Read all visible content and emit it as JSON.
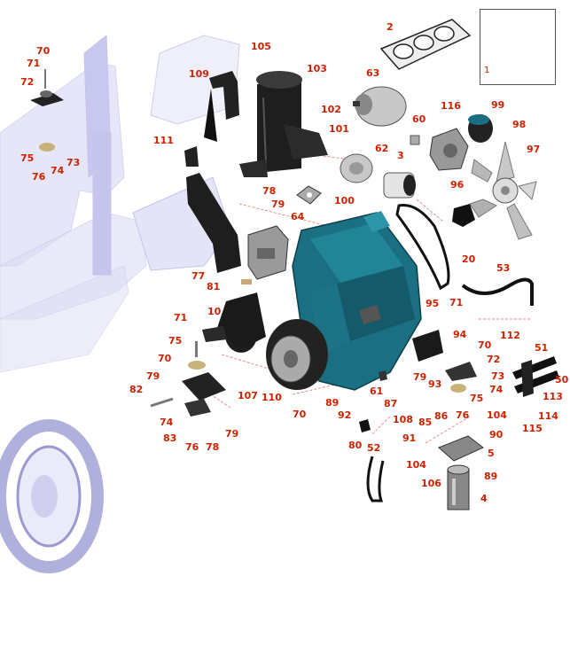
{
  "diagram": {
    "inset_label": "1",
    "callouts": [
      {
        "id": "c-2",
        "text": "2"
      },
      {
        "id": "c-70a",
        "text": "70"
      },
      {
        "id": "c-105",
        "text": "105"
      },
      {
        "id": "c-71a",
        "text": "71"
      },
      {
        "id": "c-109",
        "text": "109"
      },
      {
        "id": "c-103",
        "text": "103"
      },
      {
        "id": "c-63",
        "text": "63"
      },
      {
        "id": "c-72a",
        "text": "72"
      },
      {
        "id": "c-99",
        "text": "99"
      },
      {
        "id": "c-116",
        "text": "116"
      },
      {
        "id": "c-102",
        "text": "102"
      },
      {
        "id": "c-60",
        "text": "60"
      },
      {
        "id": "c-101",
        "text": "101"
      },
      {
        "id": "c-98",
        "text": "98"
      },
      {
        "id": "c-111",
        "text": "111"
      },
      {
        "id": "c-62",
        "text": "62"
      },
      {
        "id": "c-97",
        "text": "97"
      },
      {
        "id": "c-75a",
        "text": "75"
      },
      {
        "id": "c-73a",
        "text": "73"
      },
      {
        "id": "c-3",
        "text": "3"
      },
      {
        "id": "c-74a",
        "text": "74"
      },
      {
        "id": "c-76a",
        "text": "76"
      },
      {
        "id": "c-78a",
        "text": "78"
      },
      {
        "id": "c-96",
        "text": "96"
      },
      {
        "id": "c-100",
        "text": "100"
      },
      {
        "id": "c-79a",
        "text": "79"
      },
      {
        "id": "c-64",
        "text": "64"
      },
      {
        "id": "c-20",
        "text": "20"
      },
      {
        "id": "c-53",
        "text": "53"
      },
      {
        "id": "c-77",
        "text": "77"
      },
      {
        "id": "c-81",
        "text": "81"
      },
      {
        "id": "c-95",
        "text": "95"
      },
      {
        "id": "c-71b",
        "text": "71"
      },
      {
        "id": "c-10",
        "text": "10"
      },
      {
        "id": "c-71c",
        "text": "71"
      },
      {
        "id": "c-94",
        "text": "94"
      },
      {
        "id": "c-112",
        "text": "112"
      },
      {
        "id": "c-75b",
        "text": "75"
      },
      {
        "id": "c-70b",
        "text": "70"
      },
      {
        "id": "c-51",
        "text": "51"
      },
      {
        "id": "c-70c",
        "text": "70"
      },
      {
        "id": "c-72b",
        "text": "72"
      },
      {
        "id": "c-79b",
        "text": "79"
      },
      {
        "id": "c-73b",
        "text": "73"
      },
      {
        "id": "c-50",
        "text": "50"
      },
      {
        "id": "c-79c",
        "text": "79"
      },
      {
        "id": "c-93",
        "text": "93"
      },
      {
        "id": "c-82",
        "text": "82"
      },
      {
        "id": "c-107",
        "text": "107"
      },
      {
        "id": "c-74b",
        "text": "74"
      },
      {
        "id": "c-61",
        "text": "61"
      },
      {
        "id": "c-113",
        "text": "113"
      },
      {
        "id": "c-110",
        "text": "110"
      },
      {
        "id": "c-75c",
        "text": "75"
      },
      {
        "id": "c-89a",
        "text": "89"
      },
      {
        "id": "c-87",
        "text": "87"
      },
      {
        "id": "c-70d",
        "text": "70"
      },
      {
        "id": "c-92",
        "text": "92"
      },
      {
        "id": "c-86",
        "text": "86"
      },
      {
        "id": "c-76b",
        "text": "76"
      },
      {
        "id": "c-104a",
        "text": "104"
      },
      {
        "id": "c-114",
        "text": "114"
      },
      {
        "id": "c-74c",
        "text": "74"
      },
      {
        "id": "c-108",
        "text": "108"
      },
      {
        "id": "c-85",
        "text": "85"
      },
      {
        "id": "c-115",
        "text": "115"
      },
      {
        "id": "c-79d",
        "text": "79"
      },
      {
        "id": "c-83",
        "text": "83"
      },
      {
        "id": "c-90",
        "text": "90"
      },
      {
        "id": "c-76c",
        "text": "76"
      },
      {
        "id": "c-78b",
        "text": "78"
      },
      {
        "id": "c-80",
        "text": "80"
      },
      {
        "id": "c-91",
        "text": "91"
      },
      {
        "id": "c-52",
        "text": "52"
      },
      {
        "id": "c-5",
        "text": "5"
      },
      {
        "id": "c-104b",
        "text": "104"
      },
      {
        "id": "c-89b",
        "text": "89"
      },
      {
        "id": "c-106",
        "text": "106"
      },
      {
        "id": "c-4",
        "text": "4"
      }
    ]
  },
  "colors": {
    "callout": "#cc2200",
    "engine_block": "#1a6f82",
    "frame_ghost": "#d8d8f4",
    "dark_part": "#1e1e1e",
    "metal_part": "#b8b8b8",
    "leader": "#e06060"
  }
}
